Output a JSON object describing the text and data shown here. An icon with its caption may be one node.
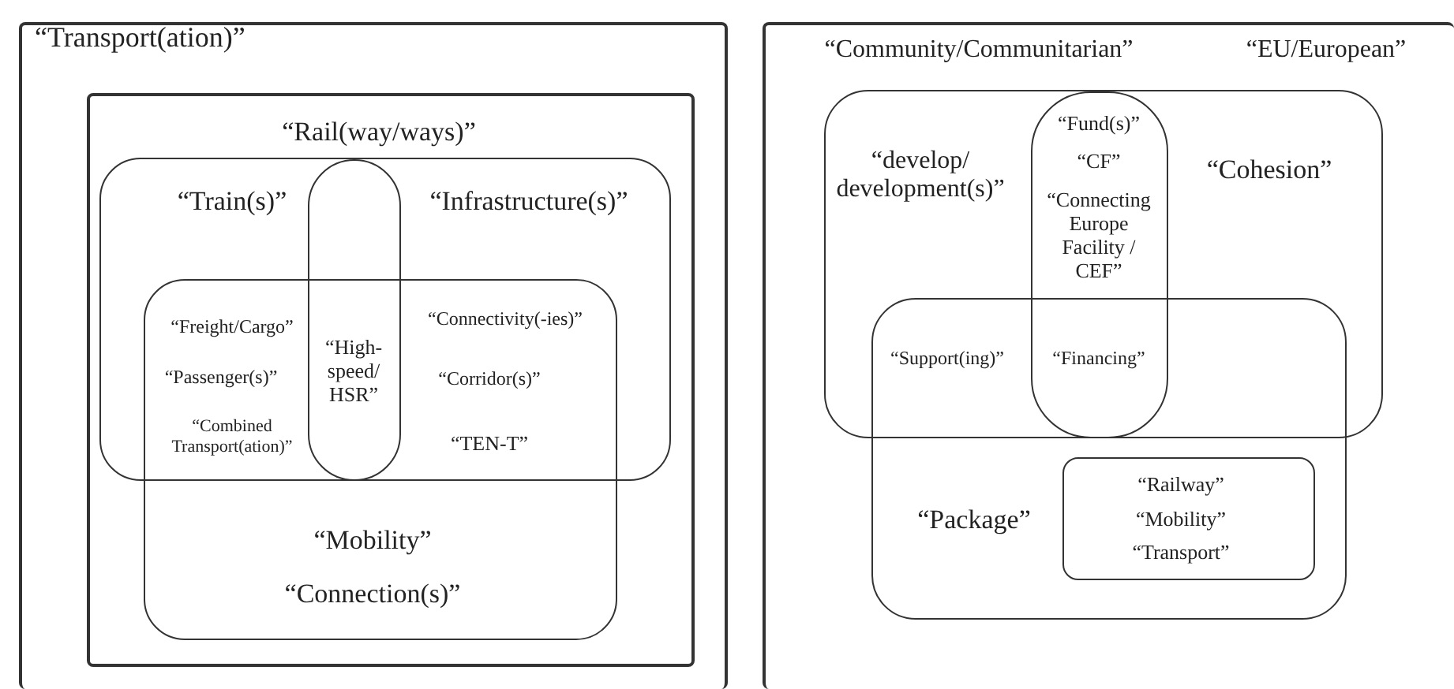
{
  "diagram": {
    "nodes": [
      {
        "text": [
          "“Transport(ation)”"
        ]
      },
      {
        "text": [
          "“Rail(way/ways)”"
        ],
        "in": 0
      },
      {
        "text": [
          "“Train(s)”",
          "“Infrastructure(s)”"
        ],
        "in": 1
      },
      {
        "text": [
          "“High- speed/ HSR”"
        ],
        "in": 2
      },
      {
        "text": [
          "“Mobility”",
          "“Connection(s)”"
        ],
        "in": 1
      },
      {
        "text": [
          "“Community/Communitarian”",
          "“EU/European”"
        ]
      },
      {
        "text": [
          "“develop/ development(s)”",
          "“Cohesion”"
        ],
        "in": 5
      },
      {
        "text": [
          "“Fund(s)”",
          "“CF”",
          "“Connecting Europe Facility / CEF”"
        ],
        "in": 6
      },
      {
        "text": [
          "“Package”"
        ],
        "in": 5
      },
      {
        "text": [
          "“Railway”",
          "“Mobility”",
          "“Transport”"
        ],
        "in": 8
      }
    ],
    "labels": [
      "“Freight/Cargo”",
      "“Connectivity(-ies)”",
      "“Passenger(s)”",
      "“Corridor(s)”",
      "“Combined Transport(ation)”",
      "“TEN-T”",
      "“Support(ing)”",
      "“Financing”"
    ]
  }
}
